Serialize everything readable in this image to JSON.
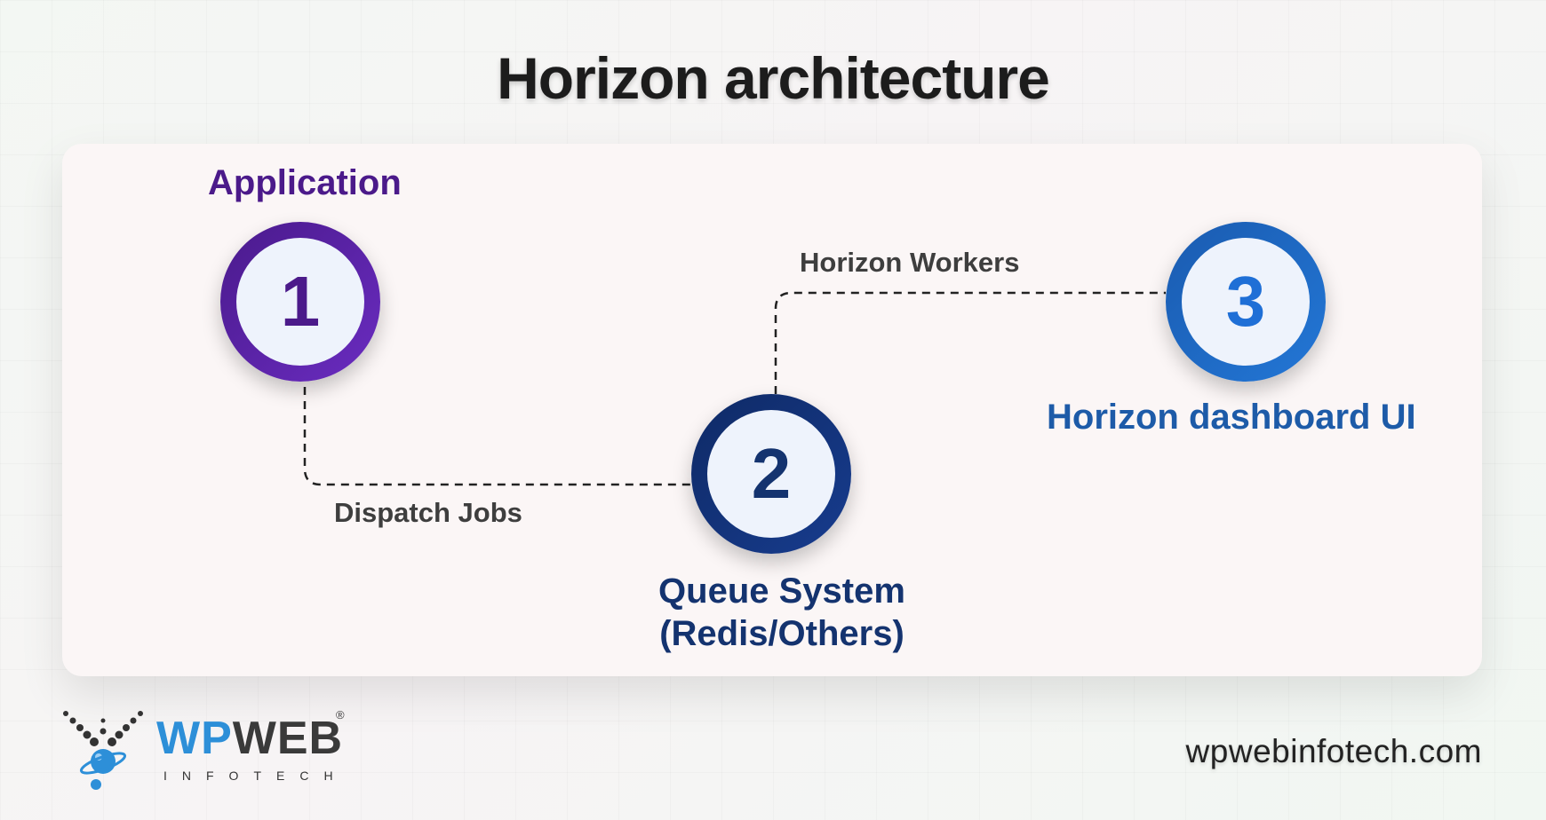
{
  "title": "Horizon architecture",
  "nodes": {
    "application": {
      "number": "1",
      "label": "Application"
    },
    "queue": {
      "number": "2",
      "label_line1": "Queue System",
      "label_line2": "(Redis/Others)"
    },
    "dashboard": {
      "number": "3",
      "label": "Horizon dashboard UI"
    }
  },
  "edges": {
    "dispatch": "Dispatch Jobs",
    "workers": "Horizon Workers"
  },
  "logo": {
    "wp": "WP",
    "web": "WEB",
    "registered": "®",
    "subtitle": "INFOTECH"
  },
  "website": "wpwebinfotech.com",
  "colors": {
    "application": "#4b1a8a",
    "queue": "#14336f",
    "dashboard": "#1f6fd6",
    "connector": "#222222"
  }
}
